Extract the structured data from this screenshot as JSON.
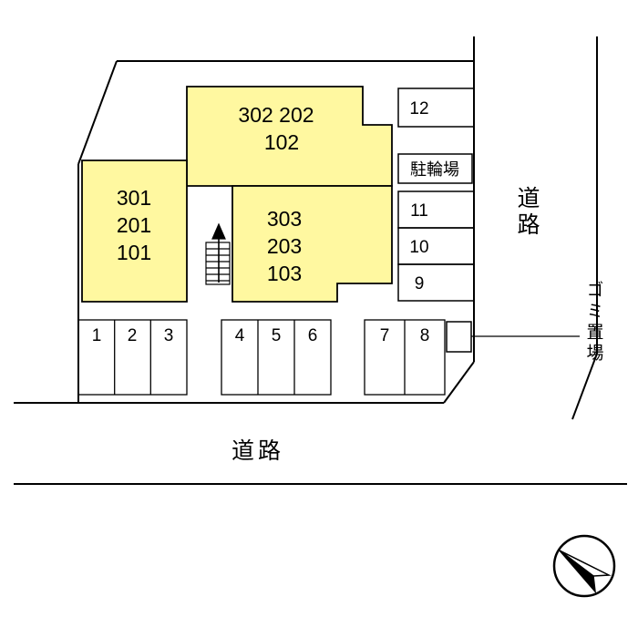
{
  "colors": {
    "building_fill": "#FFF8A0",
    "line": "#000000",
    "background": "#FFFFFF"
  },
  "buildings": {
    "top_block": {
      "line1": "302 202",
      "line2": "102"
    },
    "left_block": {
      "line1": "301",
      "line2": "201",
      "line3": "101"
    },
    "center_block": {
      "line1": "303",
      "line2": "203",
      "line3": "103"
    }
  },
  "parking": {
    "stalls": [
      "1",
      "2",
      "3",
      "4",
      "5",
      "6",
      "7",
      "8",
      "9",
      "10",
      "11",
      "12"
    ]
  },
  "labels": {
    "bicycle_parking": "駐輪場",
    "road_right": "道路",
    "road_bottom": "道路",
    "garbage_area": "ゴミ置場"
  },
  "icons": {
    "north_arrow": "compass-north-arrow",
    "stairs": "stairs-up-arrow"
  }
}
